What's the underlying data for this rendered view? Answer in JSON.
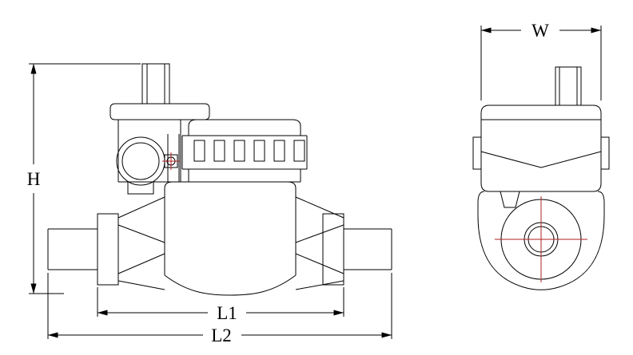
{
  "labels": {
    "h": "H",
    "l1": "L1",
    "l2": "L2",
    "w": "W"
  },
  "colors": {
    "line": "#000000",
    "centerline": "#b22222",
    "background": "#ffffff"
  }
}
